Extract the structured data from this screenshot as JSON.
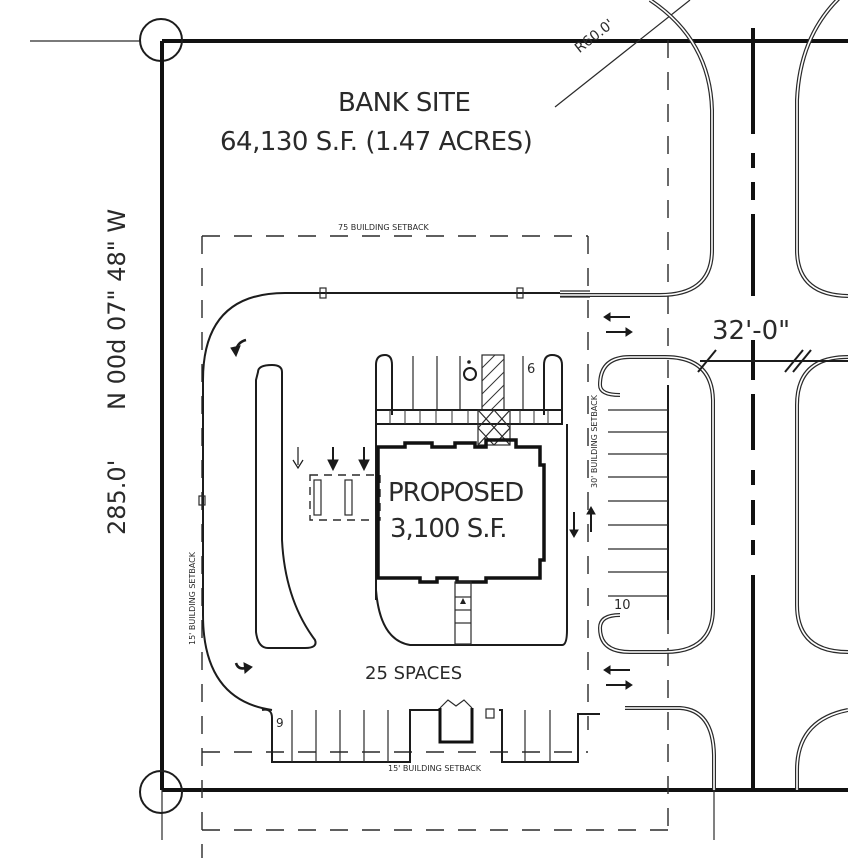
{
  "site": {
    "title": "BANK SITE",
    "area": "64,130 S.F. (1.47 ACRES)"
  },
  "building": {
    "label": "PROPOSED",
    "area": "3,100 S.F."
  },
  "parking": {
    "total_label": "25 SPACES",
    "row_labels": [
      "6",
      "10",
      "9"
    ]
  },
  "dimensions": {
    "west_boundary": "285.0'",
    "west_bearing": "N 00d 07\" 48\" W",
    "curb_radius": "R60.0'",
    "street_width": "32'-0\""
  },
  "setbacks": {
    "north": "75 BUILDING SETBACK",
    "west": "15' BUILDING SETBACK",
    "east": "30' BUILDING SETBACK",
    "south": "15' BUILDING SETBACK"
  },
  "colors": {
    "ink": "#1a1a1a",
    "paper": "#ffffff"
  }
}
